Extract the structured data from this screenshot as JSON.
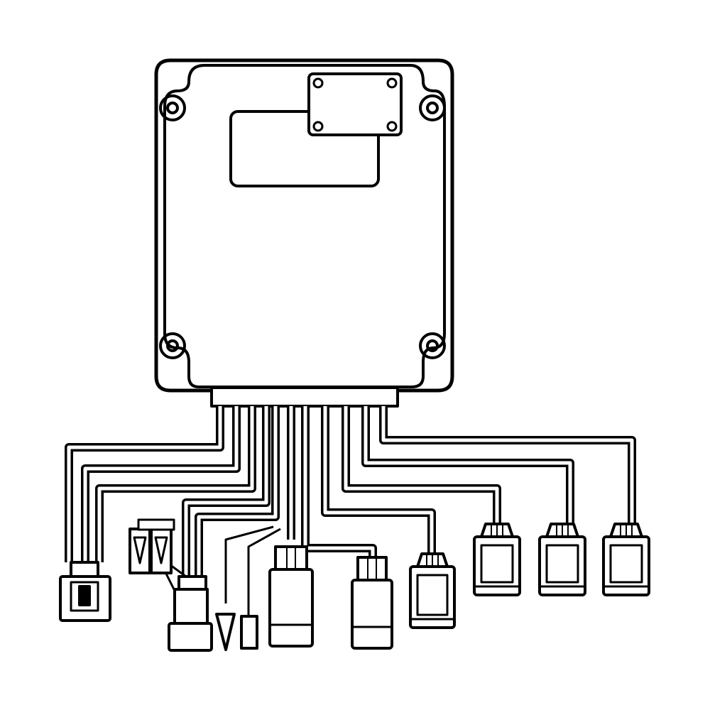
{
  "diagram": {
    "colors": {
      "line": "#000000",
      "background": "#ffffff"
    },
    "mounting_holes": 4,
    "cover_screws": 4,
    "harness_branches": 11
  }
}
